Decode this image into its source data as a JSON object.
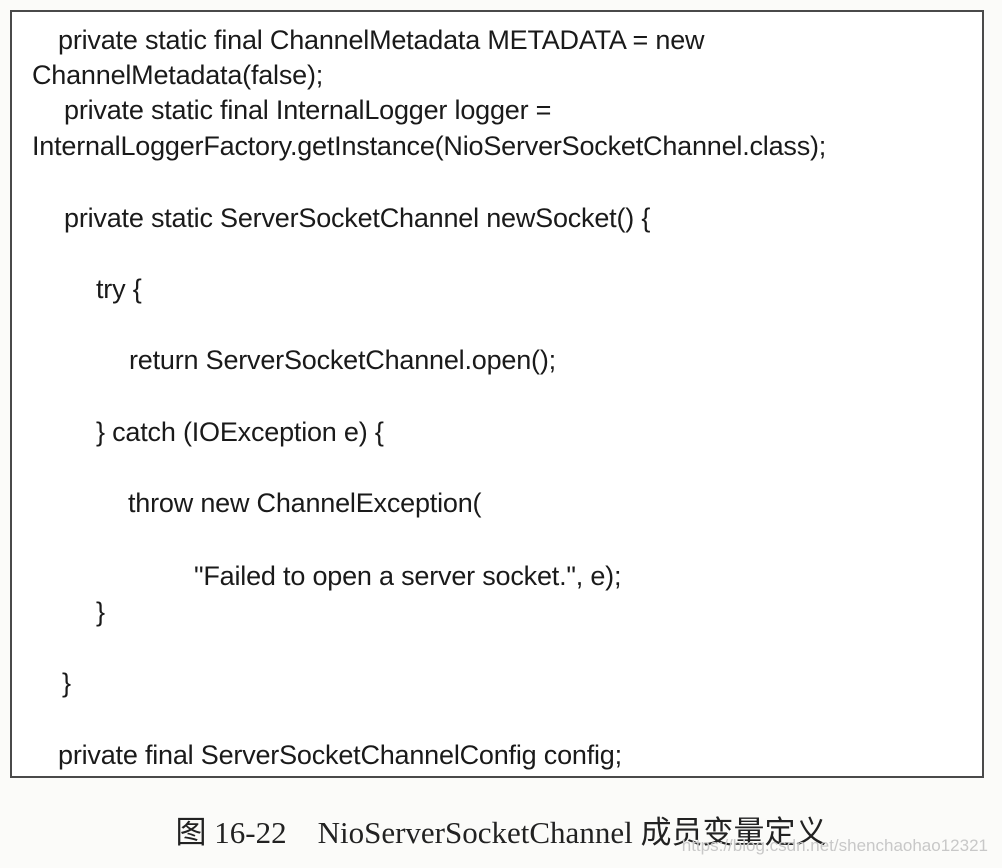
{
  "code_lines": [
    "private static final ChannelMetadata METADATA = new",
    "ChannelMetadata(false);",
    "private static final InternalLogger logger =",
    "InternalLoggerFactory.getInstance(NioServerSocketChannel.class);",
    "private static ServerSocketChannel newSocket() {",
    "try {",
    "return ServerSocketChannel.open();",
    "} catch (IOException e) {",
    "throw new ChannelException(",
    "\"Failed to open a server socket.\", e);",
    "}",
    "}",
    "private final ServerSocketChannelConfig config;"
  ],
  "caption": "图 16-22    NioServerSocketChannel 成员变量定义",
  "watermark": "https://blog.csdn.net/shenchaohao12321"
}
